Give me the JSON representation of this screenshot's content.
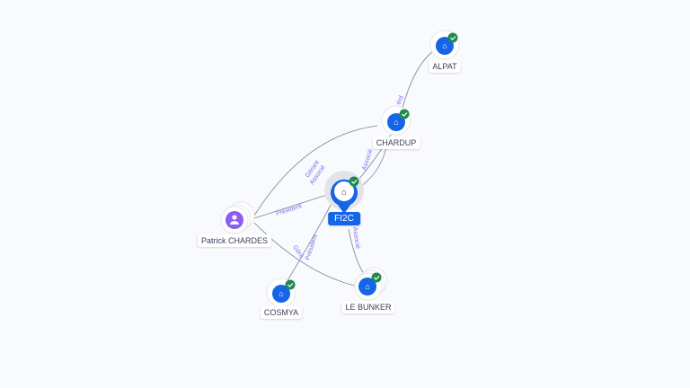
{
  "nodes": {
    "alpat": {
      "label": "ALPAT",
      "type": "company",
      "verified": true
    },
    "chardup": {
      "label": "CHARDUP",
      "type": "company",
      "verified": true
    },
    "fi2c": {
      "label": "FI2C",
      "type": "company",
      "verified": true,
      "focused": true
    },
    "patrick": {
      "label": "Patrick CHARDES",
      "type": "person"
    },
    "cosmya": {
      "label": "COSMYA",
      "type": "company",
      "verified": true
    },
    "lebunker": {
      "label": "LE BUNKER",
      "type": "company",
      "verified": true
    }
  },
  "edges": {
    "patrick_chardup_1": "Gérant",
    "patrick_chardup_2": "Associé",
    "patrick_fi2c": "Président",
    "patrick_lebunker": "Géra",
    "fi2c_cosmya": "Président",
    "fi2c_chardup": "Associé",
    "fi2c_lebunker": "Associé",
    "chardup_alpat": "érd"
  },
  "colors": {
    "company": "#1565e8",
    "person": "#8b5cf6",
    "check": "#1f8a4c",
    "edge": "#7f8196",
    "edge_label": "#7b6cf0"
  }
}
